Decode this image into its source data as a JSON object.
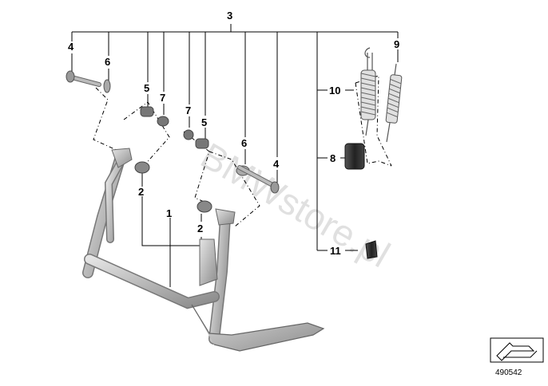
{
  "diagram": {
    "callouts": {
      "c1": "1",
      "c2a": "2",
      "c2b": "2",
      "c3": "3",
      "c4a": "4",
      "c4b": "4",
      "c5a": "5",
      "c5b": "5",
      "c6a": "6",
      "c6b": "6",
      "c7a": "7",
      "c7b": "7",
      "c8": "8",
      "c9": "9",
      "c10": "10",
      "c11": "11"
    },
    "watermark": "BMWstore.pl",
    "reference_number": "490542"
  }
}
